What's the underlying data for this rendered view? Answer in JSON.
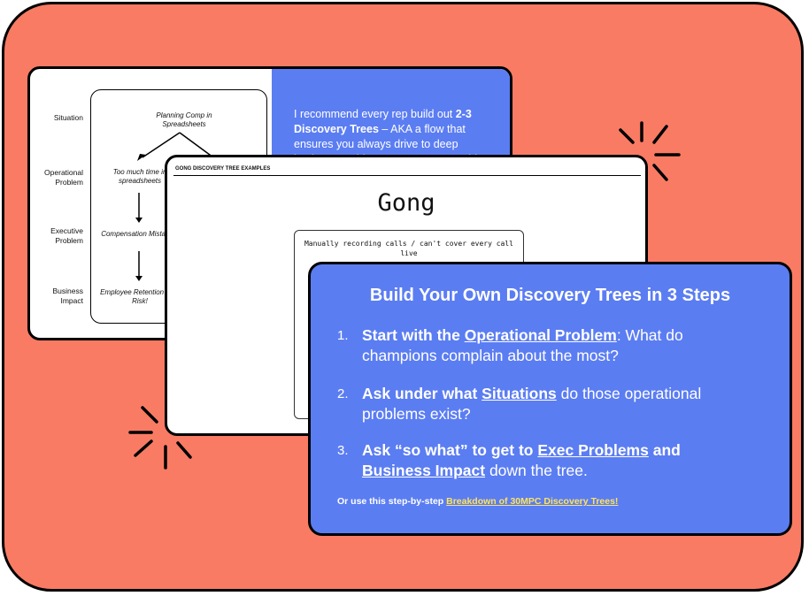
{
  "card1": {
    "rows": [
      "Situation",
      "Operational Problem",
      "Executive Problem",
      "Business Impact"
    ],
    "nodes": [
      "Planning Comp in Spreadsheets",
      "Too much time in spreadsheets",
      "Compensation Mistakes!",
      "Employee Retention / PR Risk!"
    ],
    "blue_text_pre": "I recommend every rep build out ",
    "blue_text_bold": "2-3 Discovery Trees",
    "blue_text_post": " – AKA a flow that ensures you always drive to deep business problems, not process problems."
  },
  "card2": {
    "header": "GONG DISCOVERY TREE EXAMPLES",
    "title": "Gong",
    "box_text": "Manually recording calls / can't cover every call live"
  },
  "card3": {
    "title": "Build Your Own Discovery Trees in 3 Steps",
    "steps": [
      {
        "num": "1.",
        "a": "Start with the ",
        "u": "Operational Problem",
        "b": ": What do champions complain about the most?"
      },
      {
        "num": "2.",
        "a": "Ask under what ",
        "u": "Situations",
        "b": " do those operational problems exist?"
      },
      {
        "num": "3.",
        "a": "Ask “so what” to get to ",
        "u": "Exec Problems",
        "mid": " and ",
        "u2": "Business Impact",
        "b": " down the tree."
      }
    ],
    "footer_text": "Or use this step-by-step ",
    "footer_link": "Breakdown of 30MPC Discovery Trees!"
  },
  "colors": {
    "background": "#f97b64",
    "accent_blue": "#5b7df2",
    "link_yellow": "#ffe45c"
  }
}
